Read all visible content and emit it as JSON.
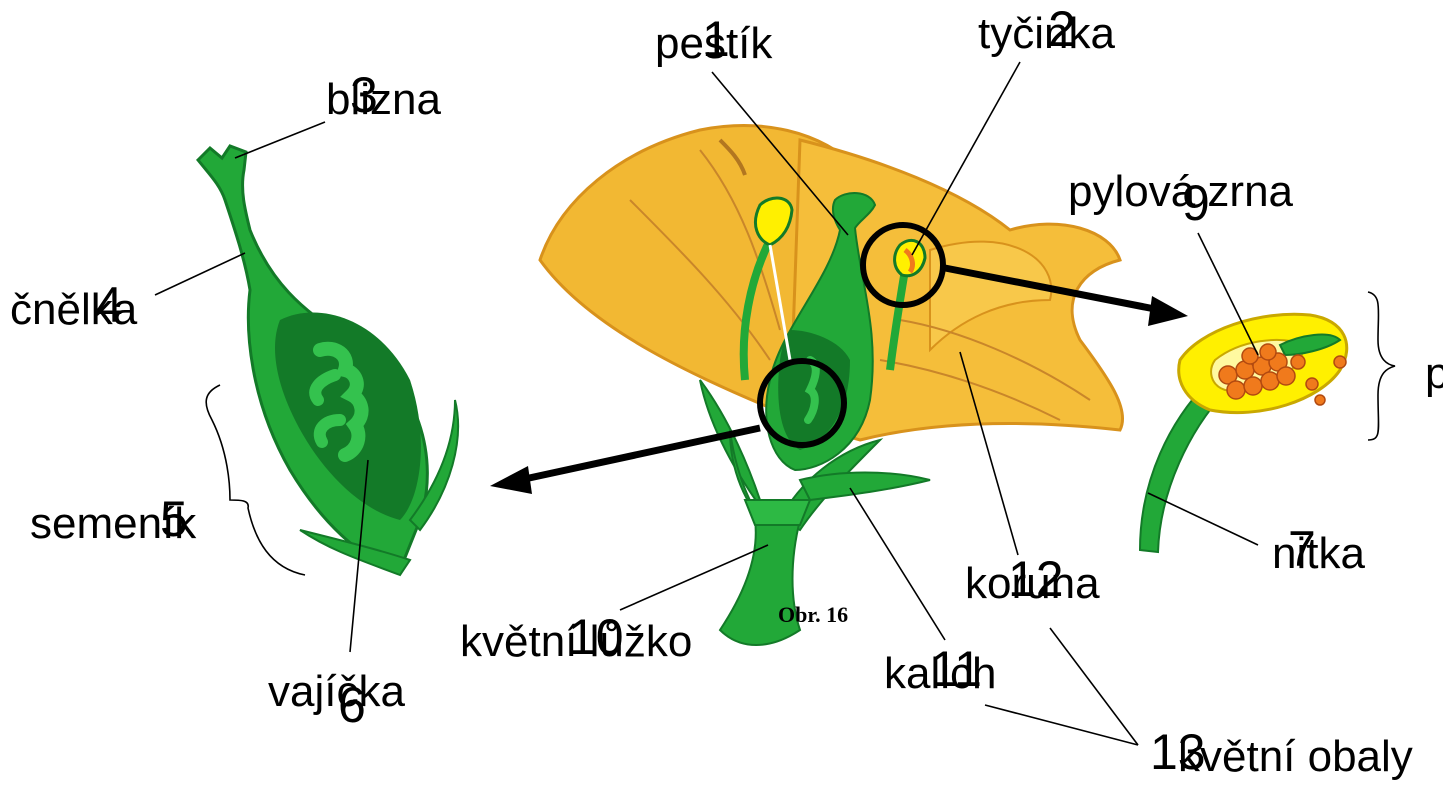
{
  "figure_caption": "Obr. 16",
  "colors": {
    "petal": "#F2B833",
    "petal_dark": "#D8921C",
    "green": "#22A838",
    "green_dark": "#137A28",
    "anther": "#FFF000",
    "pollen": "#F07A1C",
    "line": "#000000"
  },
  "labels": [
    {
      "id": "pestik",
      "text": "pestík",
      "number": "1"
    },
    {
      "id": "tycinka",
      "text": "tyčinka",
      "number": "2"
    },
    {
      "id": "blizna",
      "text": "blizna",
      "number": "3"
    },
    {
      "id": "cnelka",
      "text": "čnělka",
      "number": "4"
    },
    {
      "id": "semenik",
      "text": "semeník",
      "number": "5"
    },
    {
      "id": "vajicka",
      "text": "vajíčka",
      "number": "6"
    },
    {
      "id": "nitka",
      "text": "nitka",
      "number": "7"
    },
    {
      "id": "prasnik",
      "text": "p",
      "number": ""
    },
    {
      "id": "pylova-zrna",
      "text": "pylová zrna",
      "number": "9"
    },
    {
      "id": "kvetni-luzko",
      "text": "květní lůžko",
      "number": "10"
    },
    {
      "id": "kalich",
      "text": "kalich",
      "number": "11"
    },
    {
      "id": "koruna",
      "text": "koruna",
      "number": "12"
    },
    {
      "id": "kvetni-obaly",
      "text": "květní obaly",
      "number": "13"
    }
  ]
}
